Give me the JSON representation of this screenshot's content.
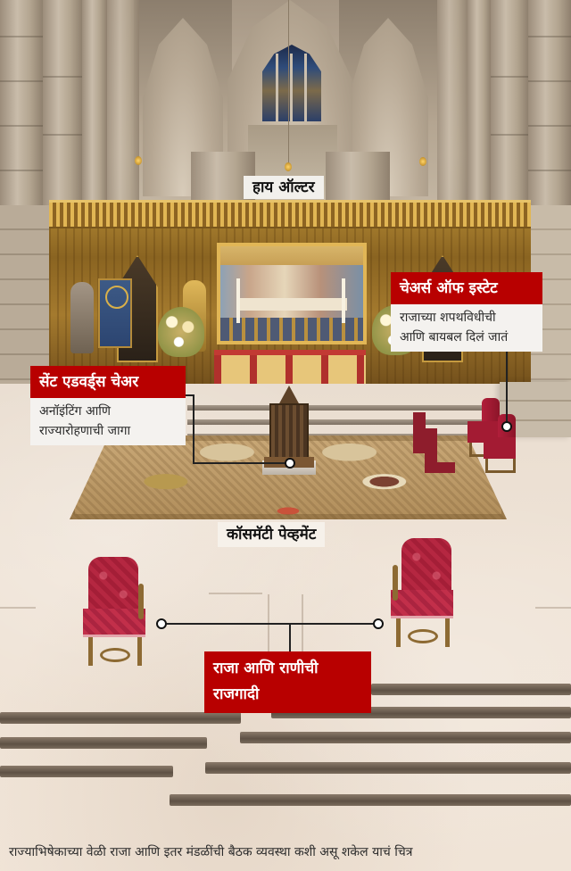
{
  "diagram": {
    "subject": "Coronation seating layout inside the abbey (illustration)",
    "colors": {
      "label_red": "#b80000",
      "label_white": "#f2f0ec",
      "leader_line": "#222222",
      "floor": "#efe3d6",
      "chair_red": "#b52741",
      "gold": "#b48a35"
    }
  },
  "labels": {
    "high_altar": {
      "title": "हाय ऑल्टर"
    },
    "chairs_of_estate": {
      "title": "चेअर्स ऑफ इस्टेट",
      "description_line1": "राजाच्या शपथविधीची",
      "description_line2": "आणि बायबल दिलं जातं"
    },
    "st_edwards_chair": {
      "title": "सेंट एडवर्ड्स चेअर",
      "description_line1": "अनॉइंटिंग आणि",
      "description_line2": "राज्यारोहणाची जागा"
    },
    "cosmati_pavement": {
      "title": "कॉसमॅटी पेव्हमेंट"
    },
    "thrones": {
      "title_line1": "राजा आणि राणीची",
      "title_line2": "राजगादी"
    }
  },
  "caption": {
    "text": "राज्याभिषेकाच्या वेळी राजा आणि इतर मंडळींची बैठक व्यवस्था कशी असू शकेल याचं चित्र"
  }
}
